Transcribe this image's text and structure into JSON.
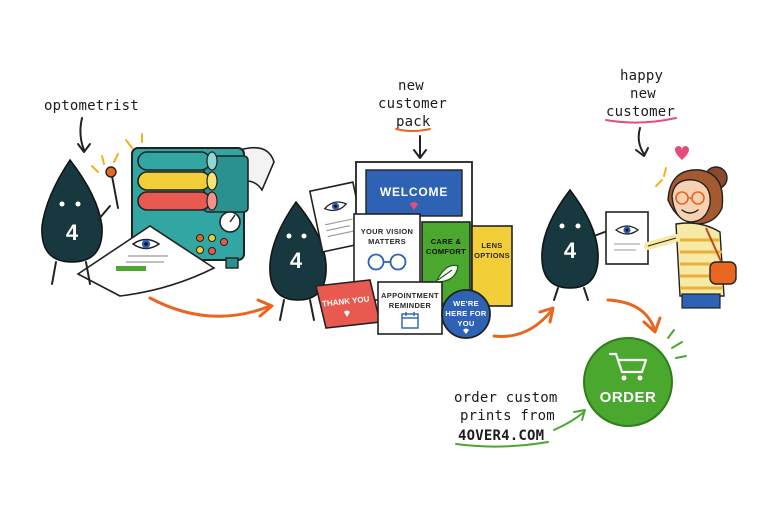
{
  "labels": {
    "optometrist": "optometrist",
    "pack_title": [
      "new",
      "customer",
      "pack"
    ],
    "happy_customer": [
      "happy",
      "new",
      "customer"
    ],
    "order_caption": [
      "order custom",
      "prints from"
    ],
    "website": "4OVER4.COM"
  },
  "mascot": {
    "number": "4"
  },
  "pack": {
    "welcome_banner": "WELCOME",
    "vision_card": [
      "YOUR VISION",
      "MATTERS"
    ],
    "care_card": [
      "CARE &",
      "COMFORT"
    ],
    "lens_card": [
      "LENS",
      "OPTIONS"
    ],
    "thank_you": "THANK YOU",
    "appointment": [
      "APPOINTMENT",
      "REMINDER"
    ],
    "badge": [
      "WE'RE",
      "HERE FOR",
      "YOU"
    ]
  },
  "order_button": {
    "label": "ORDER"
  },
  "colors": {
    "mascot": "#17383f",
    "accent_orange": "#e8661f",
    "order_green": "#4aa82e",
    "welcome_blue": "#2d62b4",
    "press_teal": "#31a6a3",
    "heart_pink": "#e64c7a"
  },
  "icons": [
    "cart-icon",
    "heart-icon",
    "eye-icon",
    "glasses-icon",
    "calendar-icon",
    "leaf-icon",
    "arrow-icon"
  ]
}
